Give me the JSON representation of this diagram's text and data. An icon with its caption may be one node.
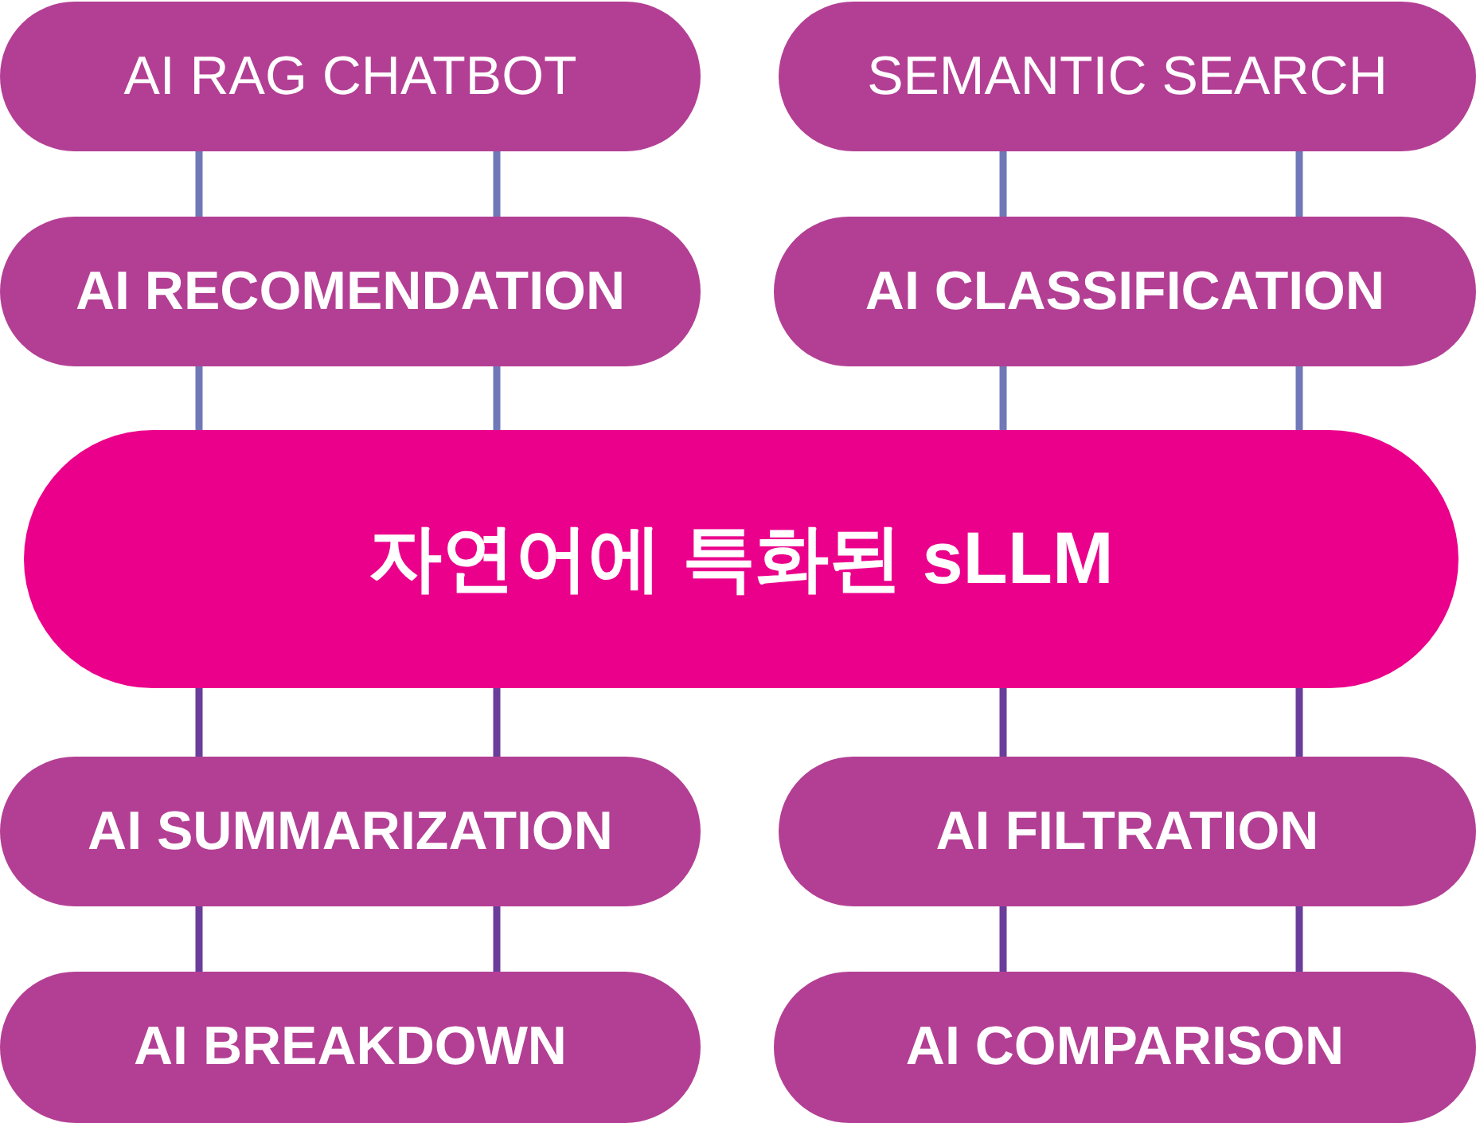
{
  "diagram": {
    "nodes": [
      {
        "text": [
          "AI RAG CHATBOT"
        ]
      },
      {
        "text": [
          "SEMANTIC SEARCH"
        ]
      },
      {
        "text": [
          "AI RECOMENDATION"
        ]
      },
      {
        "text": [
          "AI CLASSIFICATION"
        ]
      },
      {
        "text": [
          "자연어에 특화된 sLLM"
        ]
      },
      {
        "text": [
          "AI SUMMARIZATION"
        ]
      },
      {
        "text": [
          "AI FILTRATION"
        ]
      },
      {
        "text": [
          "AI BREAKDOWN"
        ]
      },
      {
        "text": [
          "AI COMPARISON"
        ]
      }
    ],
    "edges": [
      {
        "from": 0,
        "to": 2,
        "arrow": "none",
        "color": "#7078b8"
      },
      {
        "from": 0,
        "to": 2,
        "arrow": "none",
        "color": "#7078b8"
      },
      {
        "from": 1,
        "to": 3,
        "arrow": "none",
        "color": "#7078b8"
      },
      {
        "from": 1,
        "to": 3,
        "arrow": "none",
        "color": "#7078b8"
      },
      {
        "from": 2,
        "to": 4,
        "arrow": "none",
        "color": "#7078b8"
      },
      {
        "from": 2,
        "to": 4,
        "arrow": "none",
        "color": "#7078b8"
      },
      {
        "from": 3,
        "to": 4,
        "arrow": "none",
        "color": "#7078b8"
      },
      {
        "from": 3,
        "to": 4,
        "arrow": "none",
        "color": "#7078b8"
      },
      {
        "from": 4,
        "to": 5,
        "arrow": "none",
        "color": "#6a3d9a"
      },
      {
        "from": 4,
        "to": 5,
        "arrow": "none",
        "color": "#6a3d9a"
      },
      {
        "from": 4,
        "to": 6,
        "arrow": "none",
        "color": "#6a3d9a"
      },
      {
        "from": 4,
        "to": 6,
        "arrow": "none",
        "color": "#6a3d9a"
      },
      {
        "from": 5,
        "to": 7,
        "arrow": "none",
        "color": "#6a3d9a"
      },
      {
        "from": 5,
        "to": 7,
        "arrow": "none",
        "color": "#6a3d9a"
      },
      {
        "from": 6,
        "to": 8,
        "arrow": "none",
        "color": "#6a3d9a"
      },
      {
        "from": 6,
        "to": 8,
        "arrow": "none",
        "color": "#6a3d9a"
      }
    ]
  }
}
